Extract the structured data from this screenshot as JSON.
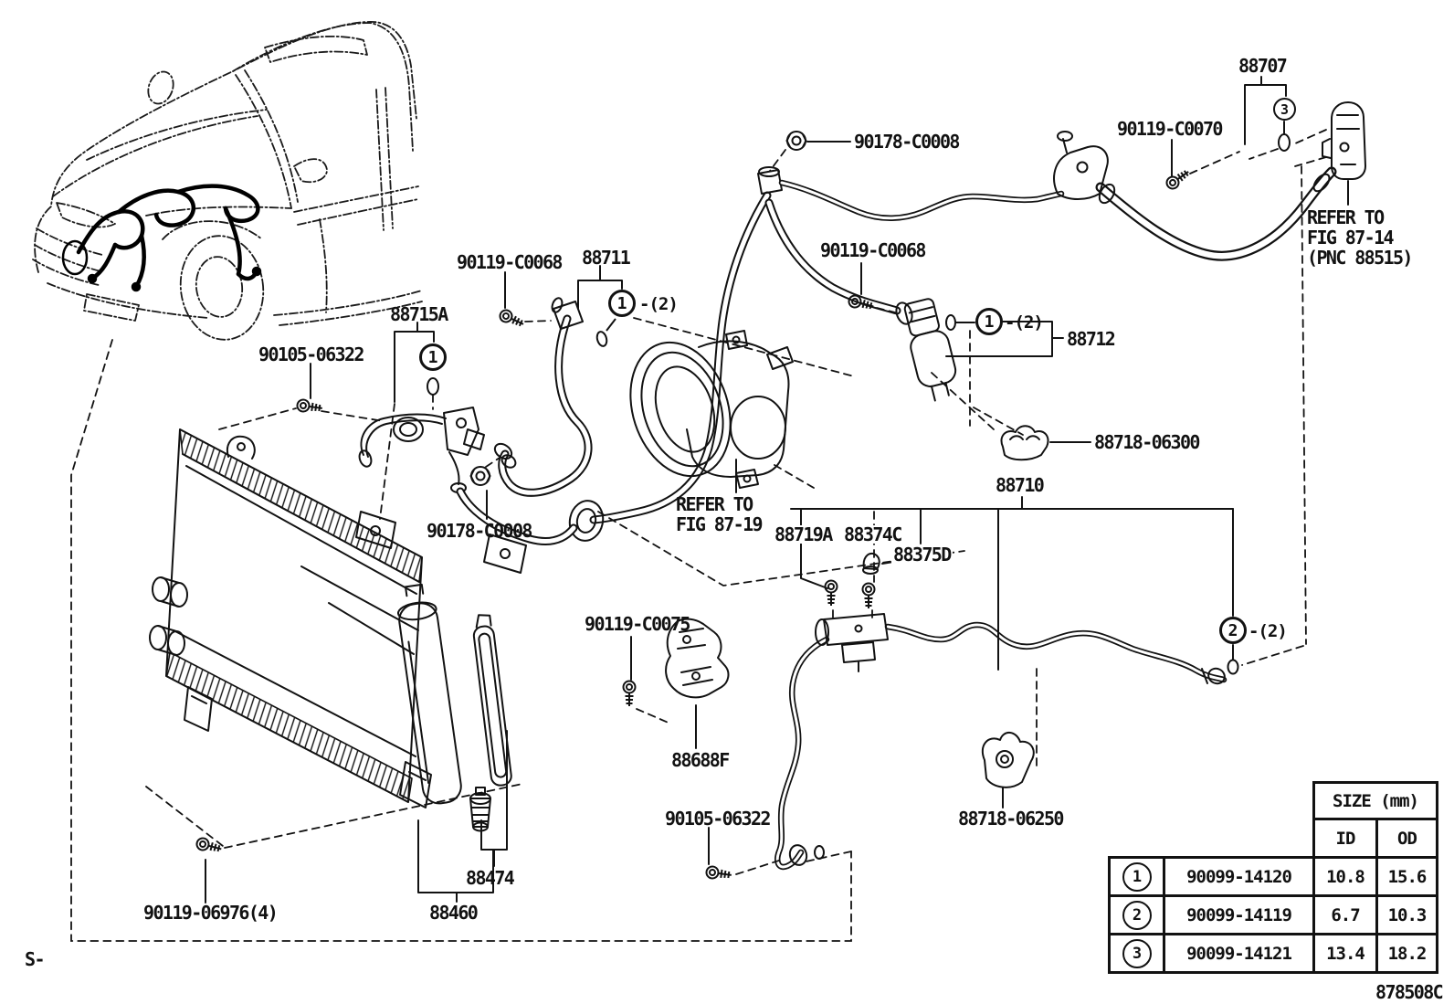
{
  "diagram": {
    "figure_code": "878508C",
    "corner_mark": "S-",
    "ink_color": "#121212",
    "background_color": "#ffffff",
    "labels": {
      "p88707": "88707",
      "p90119_C0070": "90119-C0070",
      "p90178_C0008_top": "90178-C0008",
      "refer14_line1": "REFER TO",
      "refer14_line2": "FIG 87-14",
      "refer14_line3": "(PNC 88515)",
      "p90119_C0068_left": "90119-C0068",
      "p88711": "88711",
      "p88715A": "88715A",
      "p90105_06322_left": "90105-06322",
      "p90119_C0068_right": "90119-C0068",
      "p88712": "88712",
      "p88718_06300": "88718-06300",
      "p88710": "88710",
      "p88719A": "88719A",
      "p88374C": "88374C",
      "p88375D": "88375D",
      "p90119_C0075": "90119-C0075",
      "p88688F": "88688F",
      "refer19_line1": "REFER TO",
      "refer19_line2": "FIG 87-19",
      "p90178_C0008_left2": "90178-C0008",
      "p90105_06322_bottom": "90105-06322",
      "p88718_06250": "88718-06250",
      "p88474": "88474",
      "p88460": "88460",
      "p90119_06976": "90119-06976(4)"
    },
    "callouts": {
      "one": "1",
      "two": "2",
      "three": "3",
      "qty_two": "-(2)"
    },
    "size_table": {
      "header": "SIZE (mm)",
      "columns": {
        "id": "ID",
        "od": "OD"
      },
      "rows": [
        {
          "callout": "1",
          "part_number": "90099-14120",
          "id": "10.8",
          "od": "15.6"
        },
        {
          "callout": "2",
          "part_number": "90099-14119",
          "id": "6.7",
          "od": "10.3"
        },
        {
          "callout": "3",
          "part_number": "90099-14121",
          "id": "13.4",
          "od": "18.2"
        }
      ]
    }
  }
}
